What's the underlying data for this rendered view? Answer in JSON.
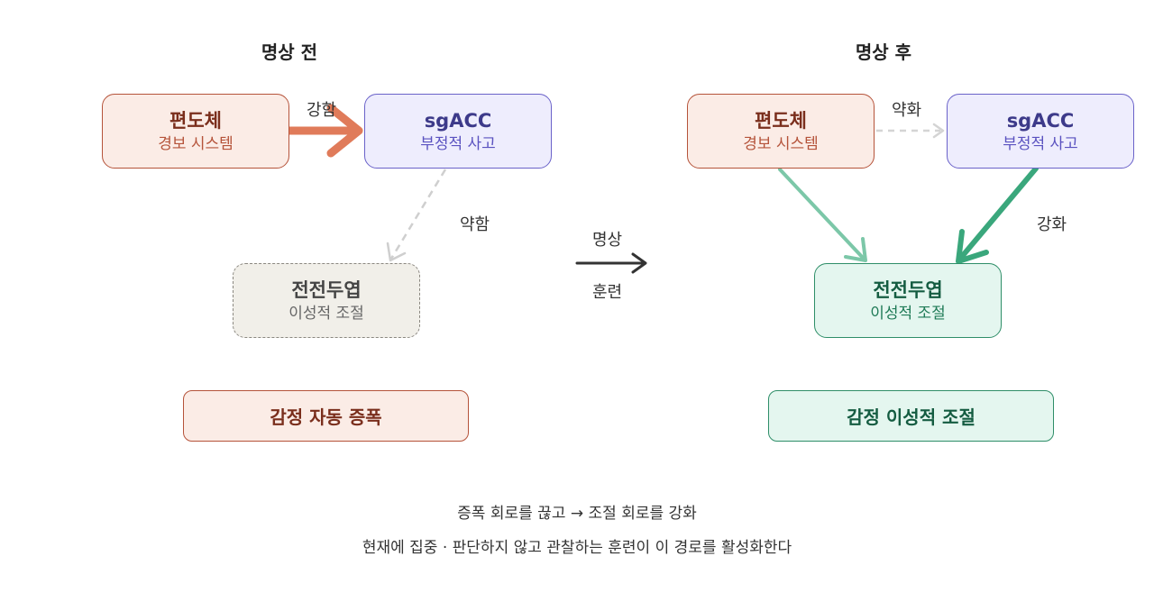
{
  "before": {
    "title": "명상 전",
    "amygdala": {
      "name": "편도체",
      "role": "경보 시스템"
    },
    "sgacc": {
      "name": "sgACC",
      "role": "부정적 사고"
    },
    "dlpfc": {
      "name": "전전두엽",
      "role": "이성적 조절"
    },
    "edge_amygdala_sgacc": "강함",
    "edge_sgacc_dlpfc": "약함",
    "result": "감정 자동 증폭"
  },
  "transition": {
    "top": "명상",
    "bottom": "훈련"
  },
  "after": {
    "title": "명상 후",
    "amygdala": {
      "name": "편도체",
      "role": "경보 시스템"
    },
    "sgacc": {
      "name": "sgACC",
      "role": "부정적 사고"
    },
    "dlpfc": {
      "name": "전전두엽",
      "role": "이성적 조절"
    },
    "edge_amygdala_sgacc": "약화",
    "edge_sgacc_dlpfc": "강화",
    "result": "감정 이성적 조절"
  },
  "captions": {
    "line1": "증폭 회로를 끊고 → 조절 회로를 강화",
    "line2": "현재에 집중 · 판단하지 않고 관찰하는 훈련이 이 경로를 활성화한다"
  },
  "colors": {
    "strong_warm": "#e07b5a",
    "weak_gray": "#cfcfcf",
    "strong_green": "#3aa77c",
    "light_green": "#7cc7a8",
    "transition": "#333333"
  }
}
